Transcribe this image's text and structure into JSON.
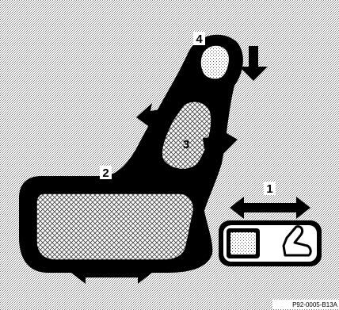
{
  "figure": {
    "callouts": {
      "fore_aft_switch": "1",
      "seat_cushion": "2",
      "seat_backrest": "3",
      "head_restraint": "4"
    },
    "reference_code": "P92-0005-B13A"
  },
  "colors": {
    "ink": "#000000",
    "paper": "#ffffff",
    "stipple": "#7a7a7a"
  }
}
